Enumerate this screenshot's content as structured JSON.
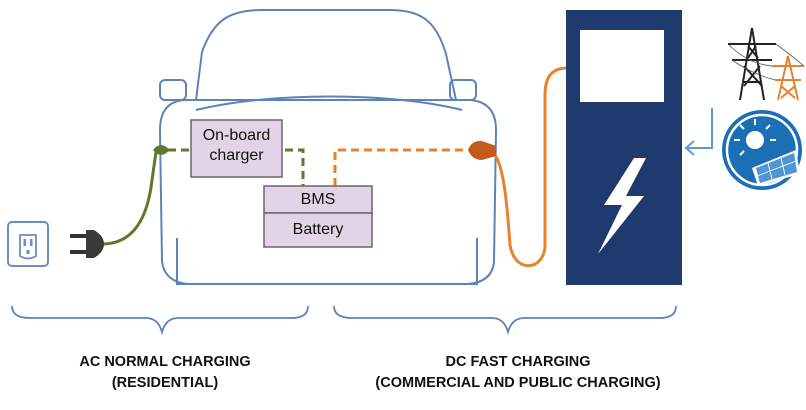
{
  "components": {
    "onboard_charger": {
      "line1": "On-board",
      "line2": "charger"
    },
    "bms": "BMS",
    "battery": "Battery"
  },
  "sections": {
    "ac": {
      "line1": "AC NORMAL CHARGING",
      "line2": "(RESIDENTIAL)"
    },
    "dc": {
      "line1": "DC FAST CHARGING",
      "line2": "(COMMERCIAL AND PUBLIC CHARGING)"
    }
  },
  "icons": [
    "wall-outlet-icon",
    "ac-plug-icon",
    "dc-plug-icon",
    "lightning-bolt-icon",
    "transmission-tower-icon",
    "solar-panel-icon"
  ],
  "colors": {
    "car_outline": "#5b84b8",
    "box_fill": "#e3d3e6",
    "ac_cable": "#5c7a2c",
    "dc_cable": "#e8822a",
    "station": "#1f3a6e",
    "brace": "#5b84b8",
    "solar_badge": "#1b6fb5"
  }
}
